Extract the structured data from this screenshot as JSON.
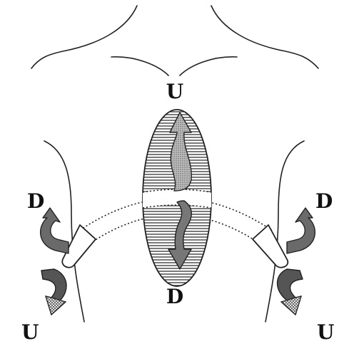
{
  "labels": {
    "top_center": "U",
    "bottom_center": "D",
    "left_top": "D",
    "left_bottom": "U",
    "right_top": "D",
    "right_bottom": "U"
  },
  "colors": {
    "outline": "#222222",
    "arrow_dark": "#555555",
    "arrow_mid": "#777777",
    "arrow_light": "#9a9a9a",
    "hatch": "#333333",
    "background": "#ffffff"
  },
  "icons": {
    "down_arrow": "curved-arrow-down-icon",
    "up_arrow": "curved-arrow-up-icon"
  }
}
